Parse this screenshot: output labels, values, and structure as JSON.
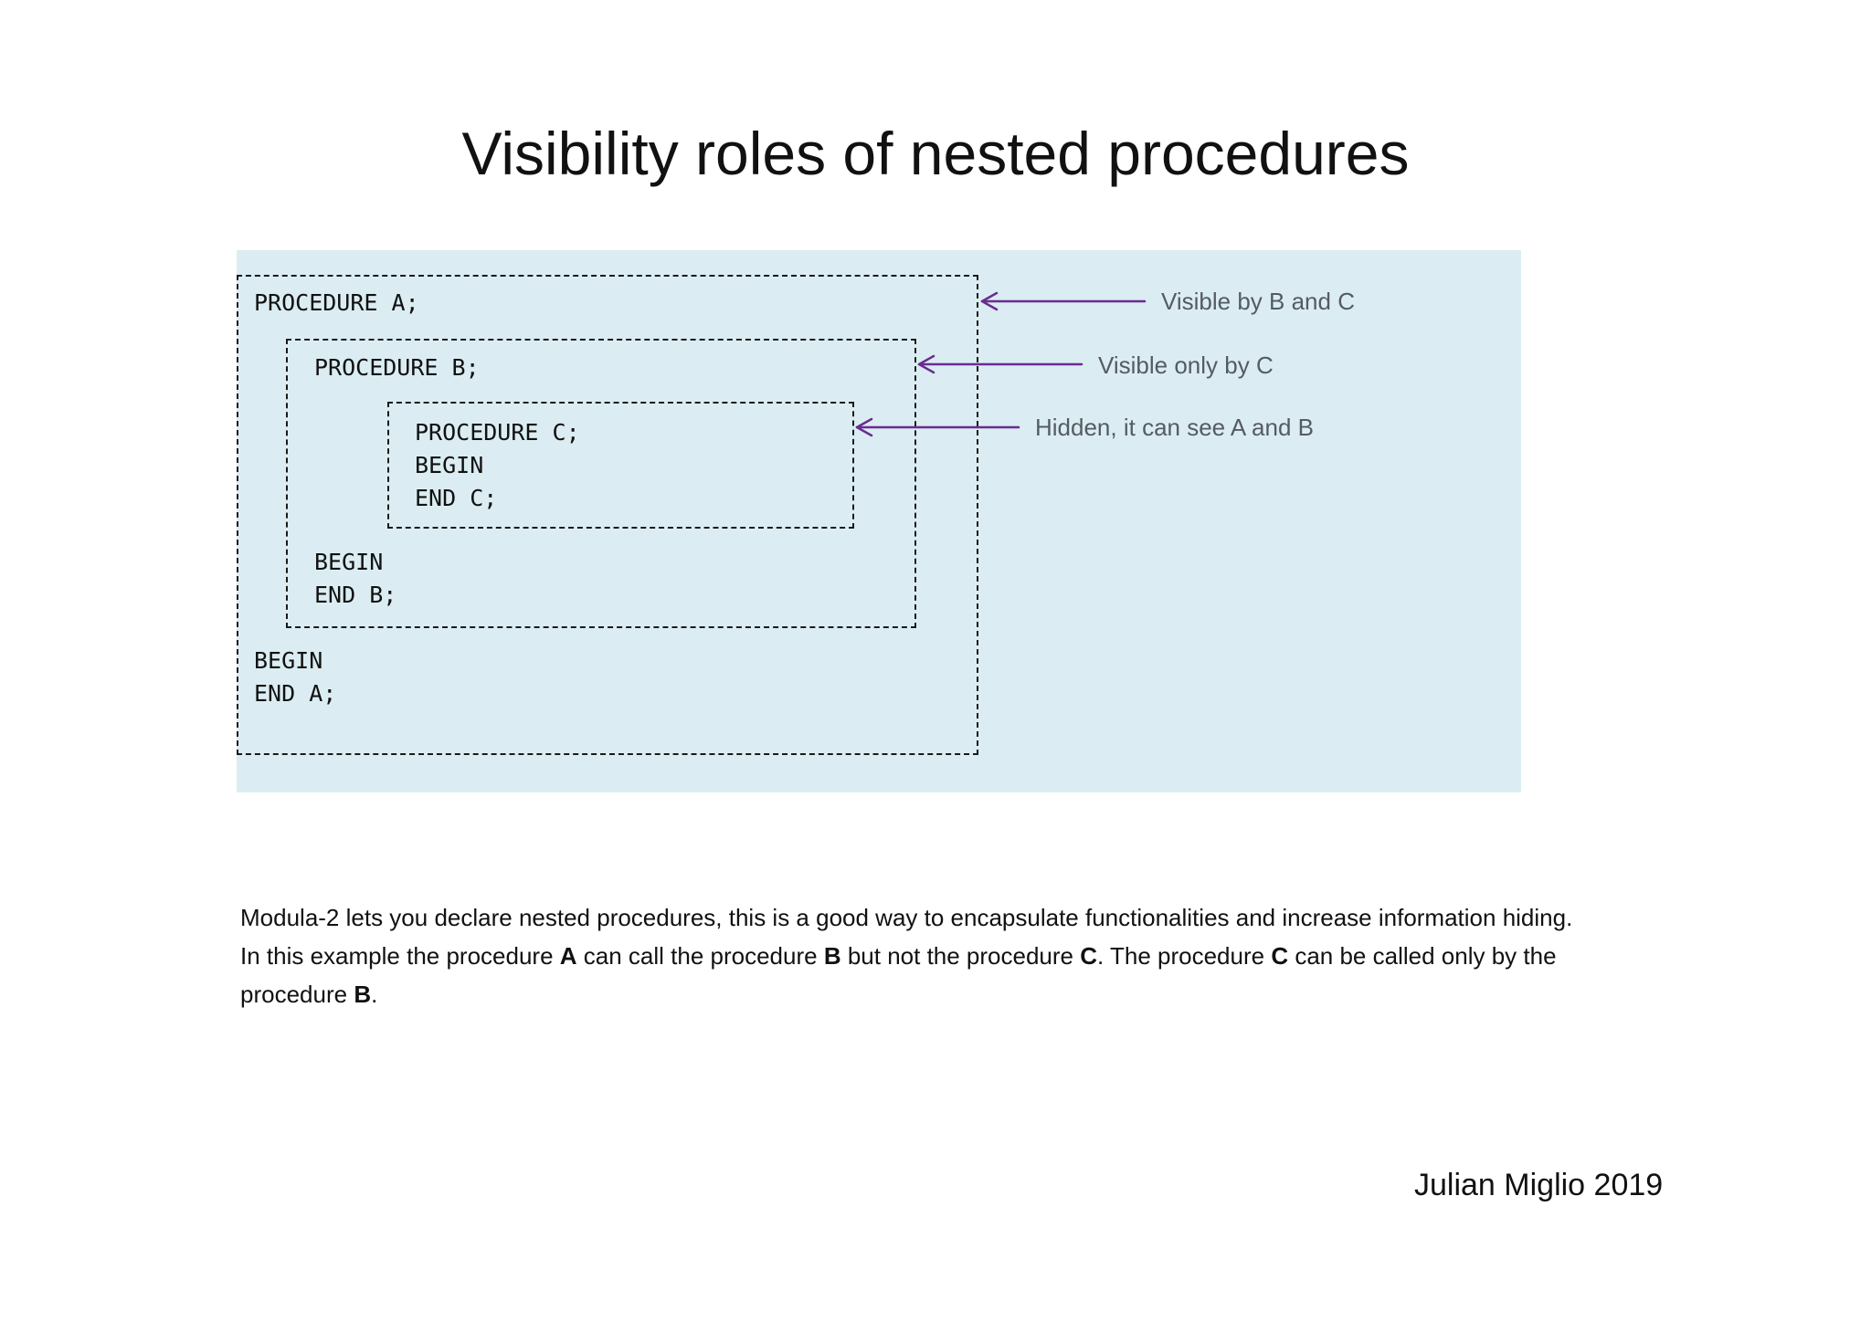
{
  "title": "Visibility roles of nested procedures",
  "diagram": {
    "procedure_a": {
      "header": "PROCEDURE A;",
      "begin": "BEGIN",
      "end": "END A;",
      "callout": "Visible by B and C"
    },
    "procedure_b": {
      "header": "PROCEDURE B;",
      "begin": "BEGIN",
      "end": "END B;",
      "callout": "Visible only by C"
    },
    "procedure_c": {
      "header": "PROCEDURE C;",
      "begin": "BEGIN",
      "end": "END C;",
      "callout": "Hidden, it can see A and B"
    },
    "colors": {
      "panel_background": "#dbedf2",
      "arrow": "#6a2c91",
      "callout_text": "#555b62",
      "box_border": "#1a1a1a"
    }
  },
  "description": {
    "line1": "Modula-2 lets you declare nested procedures, this is a good way to encapsulate functionalities and increase information hiding.",
    "line2": {
      "t1": "In this example the procedure ",
      "b1": "A",
      "t2": " can call the procedure ",
      "b2": "B",
      "t3": " but not the procedure ",
      "b3": "C",
      "t4": ". The procedure ",
      "b4": "C",
      "t5": " can be called only by the"
    },
    "line3": {
      "t1": "procedure ",
      "b1": "B",
      "t2": "."
    }
  },
  "author": "Julian Miglio 2019"
}
